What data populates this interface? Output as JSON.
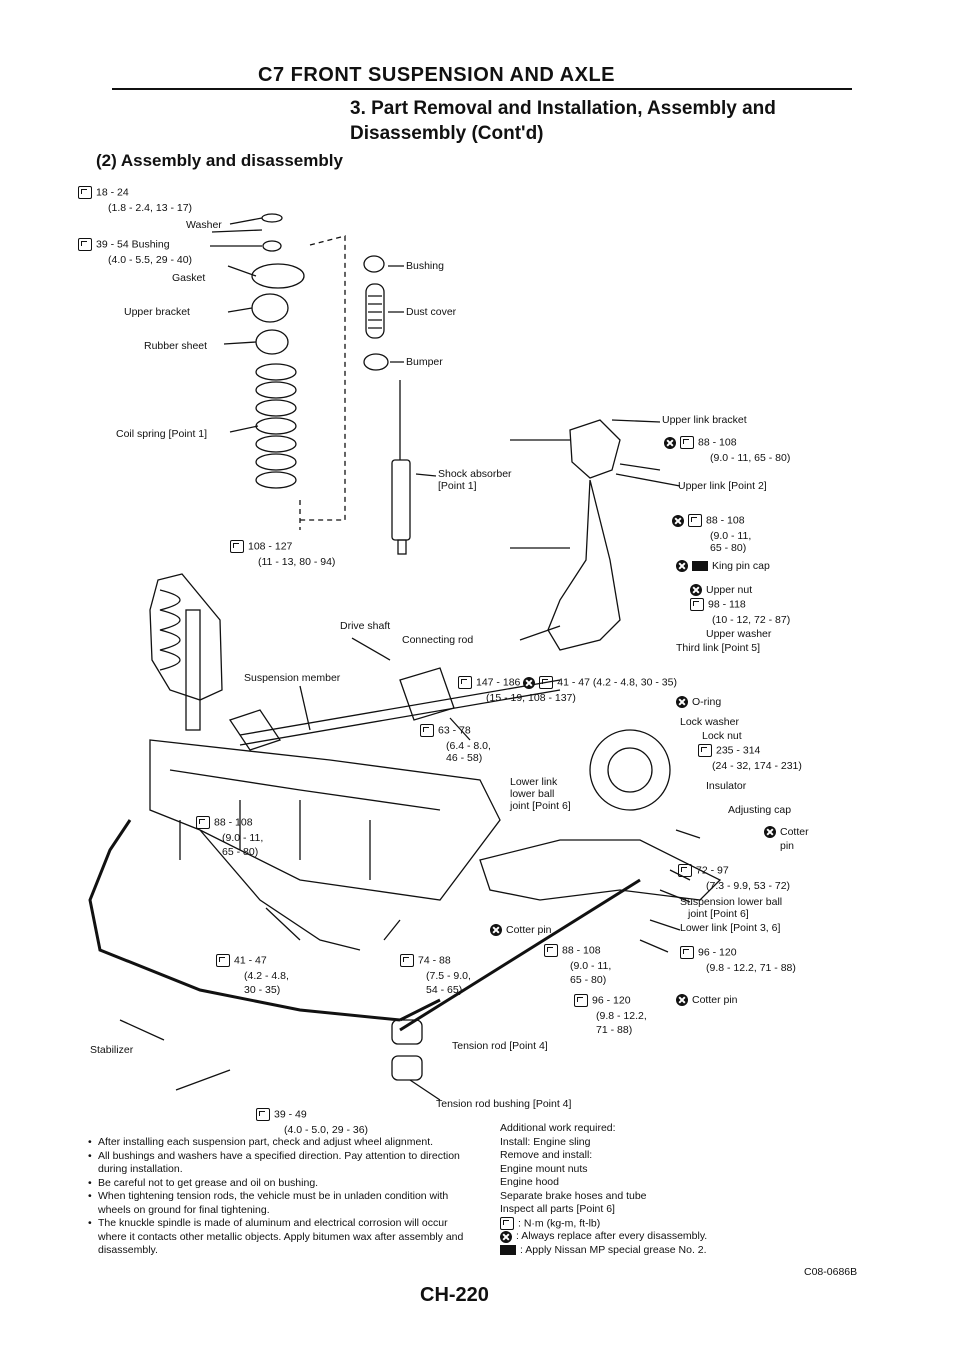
{
  "header": {
    "chapter": "C7 FRONT SUSPENSION AND AXLE",
    "section_line1": "3. Part Removal and Installation, Assembly and",
    "section_line2": "Disassembly (Cont'd)",
    "subsection": "(2) Assembly and disassembly"
  },
  "labels": {
    "t1": "18 - 24",
    "t1b": "(1.8 - 2.4, 13 - 17)",
    "washer": "Washer",
    "t2": "39 - 54",
    "bushing1": "Bushing",
    "t2b": "(4.0 - 5.5, 29 - 40)",
    "gasket": "Gasket",
    "upper_bracket": "Upper bracket",
    "rubber_sheet": "Rubber sheet",
    "coil_spring": "Coil spring [Point 1]",
    "bushing2": "Bushing",
    "dust_cover": "Dust cover",
    "bumper": "Bumper",
    "upper_link_bracket": "Upper link bracket",
    "t3": "88 - 108",
    "t3b": "(9.0 - 11, 65 - 80)",
    "shock1": "Shock absorber",
    "shock2": "[Point 1]",
    "upper_link": "Upper link [Point 2]",
    "t4": "88 - 108",
    "t4b": "(9.0 - 11,",
    "t4c": "65 - 80)",
    "t5": "108 - 127",
    "t5b": "(11 - 13, 80 - 94)",
    "king_pin_cap": "King pin cap",
    "upper_nut": "Upper nut",
    "t6": "98 - 118",
    "t6b": "(10 - 12, 72 - 87)",
    "upper_washer": "Upper washer",
    "third_link": "Third link [Point 5]",
    "drive_shaft": "Drive shaft",
    "connecting_rod": "Connecting rod",
    "suspension_member": "Suspension member",
    "t7": "147 - 186",
    "t7b": "41 - 47 (4.2 - 4.8, 30 - 35)",
    "t7c": "(15 - 19, 108 - 137)",
    "o_ring": "O-ring",
    "t8": "63 - 78",
    "t8b": "(6.4 - 8.0,",
    "t8c": "46 - 58)",
    "lock_washer": "Lock washer",
    "lock_nut": "Lock nut",
    "t9": "235 - 314",
    "t9b": "(24 - 32, 174 - 231)",
    "insulator": "Insulator",
    "lower_link_ball1": "Lower link",
    "lower_link_ball2": "lower ball",
    "lower_link_ball3": "joint [Point 6]",
    "adjusting_cap": "Adjusting cap",
    "cotter_pin1a": "Cotter",
    "cotter_pin1b": "pin",
    "t10": "88 - 108",
    "t10b": "(9.0 - 11,",
    "t10c": "65 - 80)",
    "t11": "72 - 97",
    "t11b": "(7.3 - 9.9, 53 - 72)",
    "susp_lower_ball1": "Suspension lower ball",
    "susp_lower_ball2": "joint [Point 6]",
    "lower_link_p36": "Lower link [Point 3, 6]",
    "cotter_pin2": "Cotter pin",
    "t12": "41 - 47",
    "t12b": "(4.2 - 4.8,",
    "t12c": "30 - 35)",
    "t13": "74 - 88",
    "t13b": "(7.5 - 9.0,",
    "t13c": "54 - 65)",
    "t14": "88 - 108",
    "t14b": "(9.0 - 11,",
    "t14c": "65 - 80)",
    "t15": "96 - 120",
    "t15b": "(9.8 - 12.2, 71 - 88)",
    "cotter_pin3": "Cotter pin",
    "t16": "96 - 120",
    "t16b": "(9.8 - 12.2,",
    "t16c": "71 - 88)",
    "stabilizer": "Stabilizer",
    "tension_rod": "Tension rod [Point 4]",
    "tension_rod_bushing": "Tension rod bushing [Point 4]",
    "t17": "39 - 49",
    "t17b": "(4.0 - 5.0, 29 - 36)"
  },
  "notes": [
    "After installing each suspension part, check and adjust wheel alignment.",
    "All bushings and washers have a specified direction. Pay attention to direction during installation.",
    "Be careful not to get grease and oil on bushing.",
    "When tightening tension rods, the vehicle must be in unladen condition with wheels on ground for final tightening.",
    "The knuckle spindle is made of aluminum and electrical corrosion will occur where it contacts other metallic objects. Apply bitumen wax after assembly and disassembly."
  ],
  "work": {
    "heading": "Additional work required:",
    "lines": [
      "Install: Engine sling",
      "Remove and install:",
      "Engine mount nuts",
      "Engine hood",
      "Separate brake hoses and tube",
      "Inspect all parts [Point 6]"
    ],
    "legend_torque": ": N·m (kg-m, ft-lb)",
    "legend_replace": ": Always replace after every disassembly.",
    "legend_grease": ": Apply Nissan MP special grease No. 2."
  },
  "figure_code": "C08-0686B",
  "page_number": "CH-220"
}
